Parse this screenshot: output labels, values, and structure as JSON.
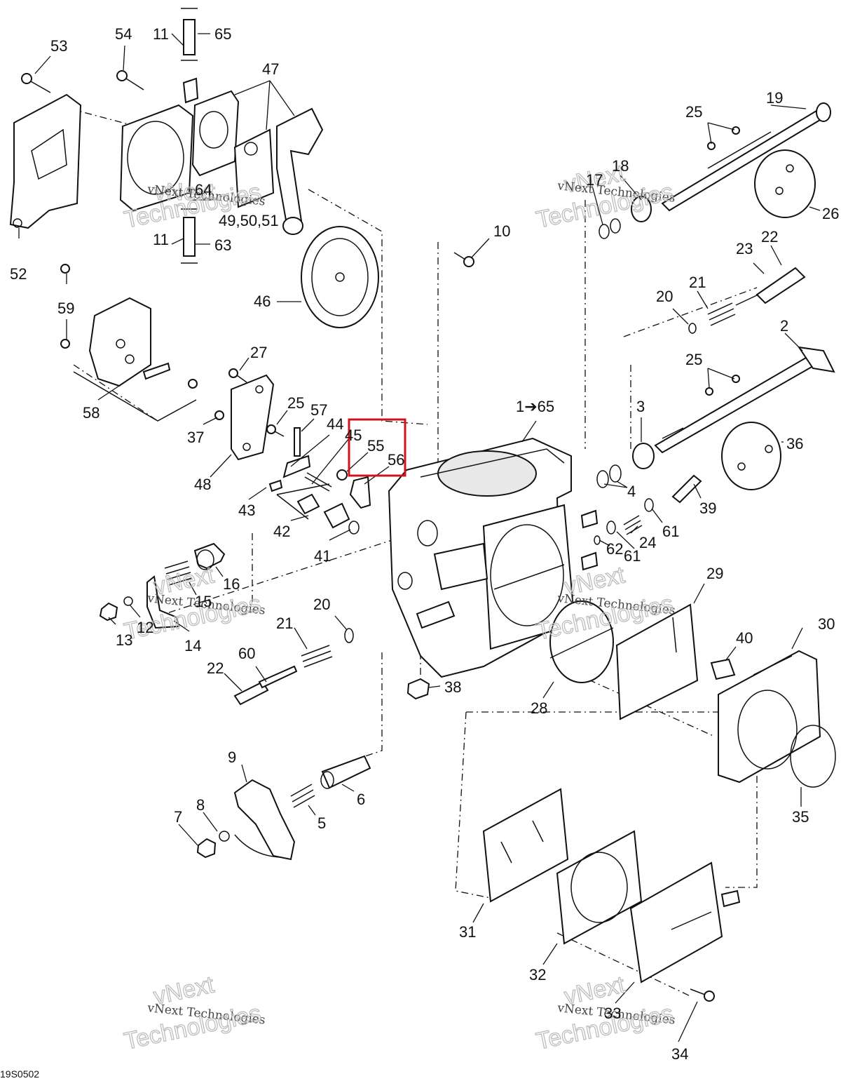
{
  "diagram_code": "19S0502",
  "watermark": {
    "line1": "vNext Technologies",
    "line2": "vNext",
    "line3": "Technologies"
  },
  "highlight_color": "#d0141e",
  "callouts": {
    "c53": "53",
    "c54": "54",
    "c11a": "11",
    "c65": "65",
    "c47": "47",
    "c19": "19",
    "c25a": "25",
    "c18": "18",
    "c17": "17",
    "c26": "26",
    "c52": "52",
    "c64": "64",
    "c495051": "49,50,51",
    "c11b": "11",
    "c63": "63",
    "c10": "10",
    "c23": "23",
    "c22a": "22",
    "c46": "46",
    "c59": "59",
    "c20a": "20",
    "c21a": "21",
    "c2": "2",
    "c27": "27",
    "c25b": "25",
    "c58": "58",
    "c25c": "25",
    "c57": "57",
    "c44": "44",
    "c45": "45",
    "c55": "55",
    "c56": "56",
    "c165": "1➔65",
    "c3": "3",
    "c36": "36",
    "c37": "37",
    "c48": "48",
    "c4": "4",
    "c39": "39",
    "c43": "43",
    "c42": "42",
    "c24": "24",
    "c61a": "61",
    "c61b": "61",
    "c41": "41",
    "c62": "62",
    "c16": "16",
    "c15": "15",
    "c29": "29",
    "c13": "13",
    "c12": "12",
    "c14": "14",
    "c20b": "20",
    "c21b": "21",
    "c30": "30",
    "c40": "40",
    "c22b": "22",
    "c60": "60",
    "c38": "38",
    "c28": "28",
    "c9": "9",
    "c6": "6",
    "c8": "8",
    "c7": "7",
    "c5": "5",
    "c35": "35",
    "c31": "31",
    "c32": "32",
    "c33": "33",
    "c34": "34"
  }
}
